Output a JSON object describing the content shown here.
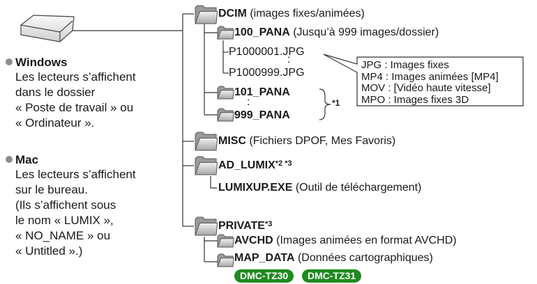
{
  "left": {
    "windows": {
      "heading": "Windows",
      "lines": [
        "Les lecteurs s’affichent",
        "dans le dossier",
        "« Poste de travail » ou",
        "« Ordinateur »."
      ]
    },
    "mac": {
      "heading": "Mac",
      "lines": [
        "Les lecteurs s’affichent",
        "sur le bureau.",
        "(Ils s’affichent sous",
        "le nom « LUMIX »,",
        "« NO_NAME » ou",
        "« Untitled ».)"
      ]
    }
  },
  "tree": {
    "dcim": {
      "name": "DCIM",
      "desc": " (images fixes/animées)"
    },
    "pana100": {
      "name": "100_PANA",
      "desc": " (Jusqu’à 999 images/dossier)"
    },
    "file_first": "P1000001.JPG",
    "file_last": "P1000999.JPG",
    "ellipsis": ":",
    "pana101": {
      "name": "101_PANA"
    },
    "pana999": {
      "name": "999_PANA"
    },
    "brace_note": "*1",
    "misc": {
      "name": "MISC",
      "desc": " (Fichiers DPOF, Mes Favoris)"
    },
    "ad_lumix": {
      "name": "AD_LUMIX",
      "note": "*2 *3"
    },
    "lumixup": {
      "name": "LUMIXUP.EXE",
      "desc": " (Outil de téléchargement)"
    },
    "private": {
      "name": "PRIVATE",
      "note": "*3"
    },
    "avchd": {
      "name": "AVCHD",
      "desc": " (Images animées en format AVCHD)"
    },
    "map_data": {
      "name": "MAP_DATA",
      "desc": " (Données cartographiques)"
    }
  },
  "callout": [
    "JPG : Images fixes",
    "MP4 : Images animées [MP4]",
    "MOV : [Vidéo haute vitesse]",
    "MPO : Images fixes 3D"
  ],
  "badges": [
    "DMC-TZ30",
    "DMC-TZ31"
  ],
  "colors": {
    "badge_bg": "#1f8a1f",
    "folder_fill": "#c8c8c8",
    "folder_stroke": "#555555",
    "dot": "#8c8c8c"
  },
  "icons": [
    "drive-icon",
    "folder-icon"
  ]
}
